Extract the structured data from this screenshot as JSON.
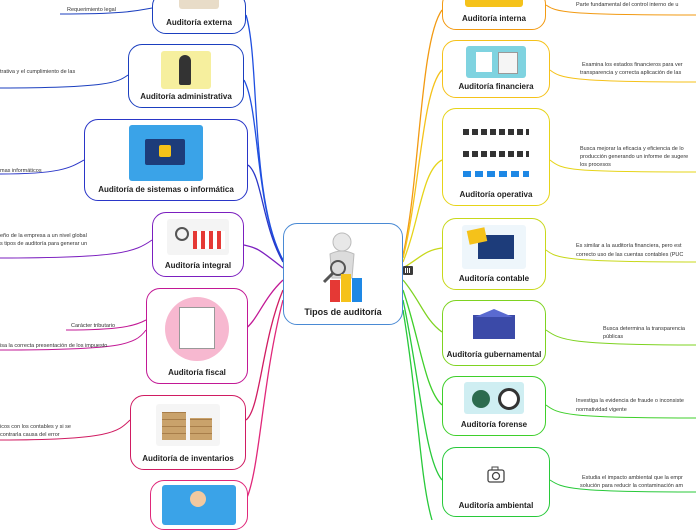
{
  "center": {
    "title": "Tipos de auditoría"
  },
  "left": {
    "externa": {
      "title": "Auditoría externa",
      "desc1": "Requerimiento legal"
    },
    "administrativa": {
      "title": "Auditoría administrativa",
      "desc1": "trativa y el cumplimiento de las"
    },
    "sistemas": {
      "title": "Auditoría de sistemas o informática",
      "desc1": "mas informáticos"
    },
    "integral": {
      "title": "Auditoría integral",
      "desc1": "eño de la empresa a un nivel global",
      "desc2": "s tipos de auditoría para generar un"
    },
    "fiscal": {
      "title": "Auditoría fiscal",
      "desc1": "Carácter tributario",
      "desc2": "isa la correcta presentación de los impuesto"
    },
    "inventarios": {
      "title": "Auditoría de inventarios",
      "desc1": "icos con los contables y si se",
      "desc2": "contrarla causa del error"
    }
  },
  "right": {
    "interna": {
      "title": "Auditoría interna",
      "desc1": "Parte fundamental del control interno de u"
    },
    "financiera": {
      "title": "Auditoría financiera",
      "desc1": "Examina los estados financieros para ver",
      "desc2": "transparencia y correcta aplicación de las"
    },
    "operativa": {
      "title": "Auditoría operativa",
      "desc1": "Busca mejorar la eficacia y eficiencia de lo",
      "desc2": "producción generando un informe de sugere",
      "desc3": "los procesos"
    },
    "contable": {
      "title": "Auditoría contable",
      "desc1": "Es similar a la auditoría financiera, pero est",
      "desc2": "correcto uso de las cuentas contables (PUC"
    },
    "gubernamental": {
      "title": "Auditoría gubernamental",
      "desc1": "Busca determina la transparencia",
      "desc2": "públicas"
    },
    "forense": {
      "title": "Auditoría forense",
      "desc1": "Investiga la evidencia de fraude o inconsiste",
      "desc2": "normatividad vigente"
    },
    "ambiental": {
      "title": "Auditoría ambiental",
      "desc1": "Estudia el impacto ambiental que la empr",
      "desc2": "solución para reducir la contaminación am"
    }
  },
  "colors": {
    "externa": "#1b3fbf",
    "administrativa": "#1b3fbf",
    "sistemas": "#2a36c8",
    "integral": "#7b1fbf",
    "fiscal": "#c21895",
    "inventarios": "#d01c62",
    "bottom_left": "#e0287a",
    "interna": "#f29a12",
    "financiera": "#f5c21a",
    "operativa": "#e6d419",
    "contable": "#c8d81b",
    "gubernamental": "#7ed321",
    "forense": "#3fcf2b",
    "ambiental": "#28c93a",
    "center": "#4a8ad4"
  }
}
